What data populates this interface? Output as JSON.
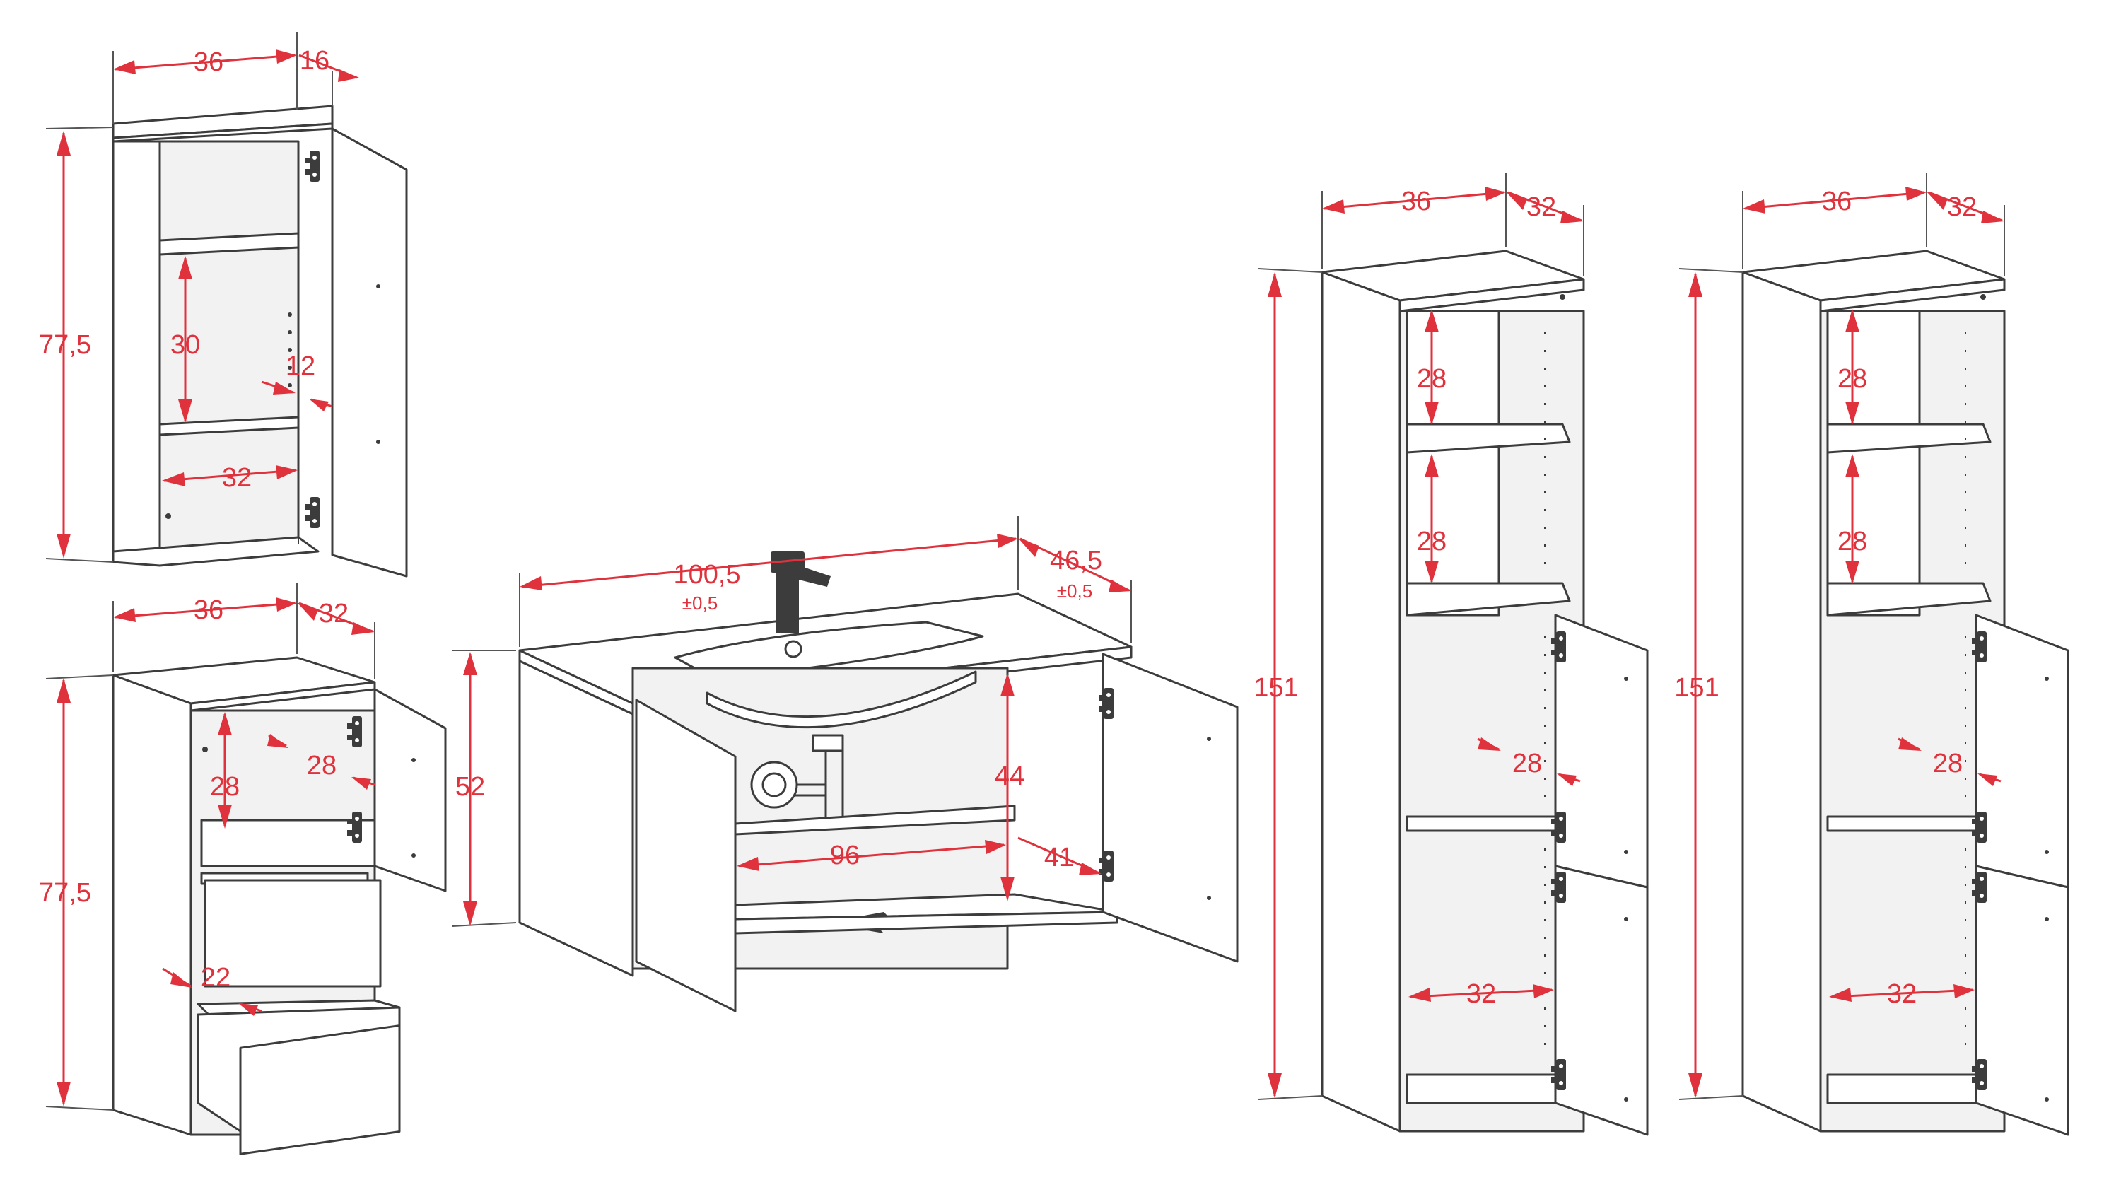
{
  "colors": {
    "dimension": "#e0323c",
    "outline": "#3c3c3c",
    "background": "#ffffff"
  },
  "units": "cm",
  "wall_cabinet": {
    "width": "36",
    "depth": "16",
    "height": "77,5",
    "shelf_gap": "30",
    "side_gap": "12",
    "inner_width": "32"
  },
  "drawer_cabinet": {
    "width": "36",
    "depth": "32",
    "height": "77,5",
    "compartment_height": "28",
    "door_gap": "28",
    "drawer_depth": "22"
  },
  "vanity": {
    "width": "100,5",
    "width_tolerance": "±0,5",
    "depth": "46,5",
    "depth_tolerance": "±0,5",
    "height": "52",
    "basin_height": "44",
    "inner_width": "96",
    "inner_depth": "41"
  },
  "tall_cabinet_1": {
    "width": "36",
    "depth": "32",
    "height": "151",
    "shelf_gap_1": "28",
    "shelf_gap_2": "28",
    "door_gap": "28",
    "inner_width": "32"
  },
  "tall_cabinet_2": {
    "width": "36",
    "depth": "32",
    "height": "151",
    "shelf_gap_1": "28",
    "shelf_gap_2": "28",
    "door_gap": "28",
    "inner_width": "32"
  }
}
